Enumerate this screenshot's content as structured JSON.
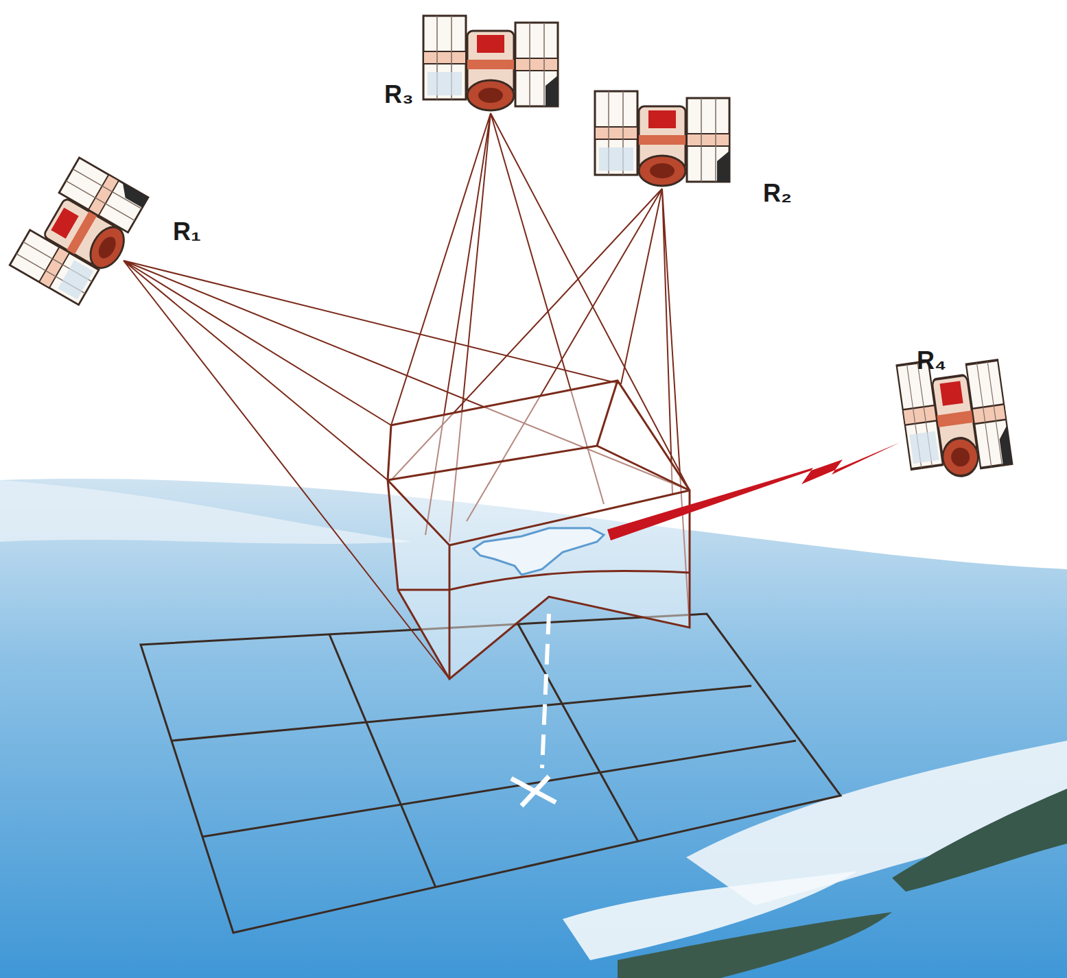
{
  "diagram": {
    "labels": [
      "R₃",
      "R₂",
      "R₁",
      "R₄"
    ]
  }
}
